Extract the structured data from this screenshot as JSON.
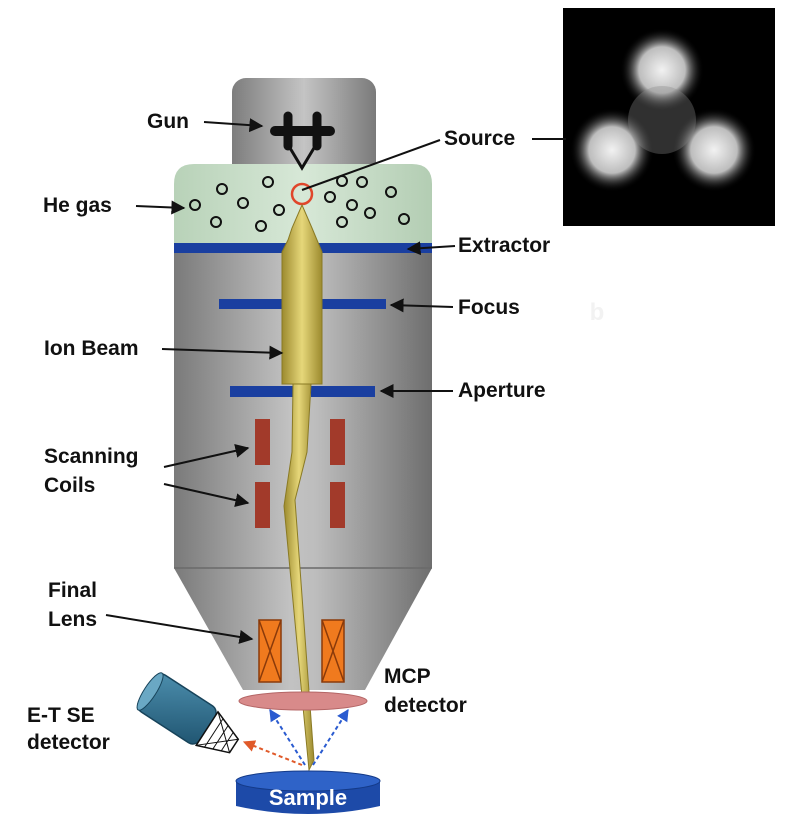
{
  "labels": {
    "gun": "Gun",
    "source": "Source",
    "he_gas": "He gas",
    "extractor": "Extractor",
    "focus": "Focus",
    "ion_beam": "Ion Beam",
    "aperture": "Aperture",
    "scanning_1": "Scanning",
    "scanning_2": "Coils",
    "final_1": "Final",
    "final_2": "Lens",
    "mcp_1": "MCP",
    "mcp_2": "detector",
    "et_1": "E-T SE",
    "et_2": "detector",
    "sample": "Sample",
    "panel_letter": "b"
  },
  "colors": {
    "column": "#8c8c8c",
    "he_gas": "#c6dcc6",
    "plate": "#1a3fa0",
    "beam": "#c9b84e",
    "coil": "#a23a2a",
    "lens": "#f07a1e",
    "mcp": "#d88a8a",
    "sample": "#1d4aa8",
    "source_ring": "#e0462b",
    "detector": "#2b6a8a"
  }
}
